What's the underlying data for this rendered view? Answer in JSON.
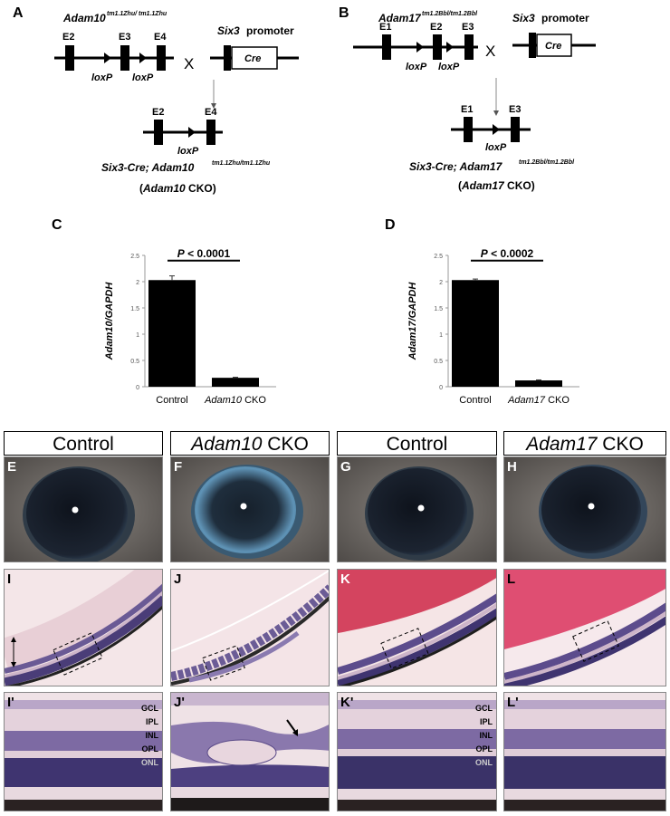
{
  "panels": {
    "A": "A",
    "B": "B",
    "C": "C",
    "D": "D",
    "E": "E",
    "F": "F",
    "G": "G",
    "H": "H",
    "I": "I",
    "J": "J",
    "K": "K",
    "L": "L",
    "Ip": "I'",
    "Jp": "J'",
    "Kp": "K'",
    "Lp": "L'"
  },
  "diagramA": {
    "allele": "Adam10",
    "allele_sup": "tm1.1Zhu/ tm1.1Zhu",
    "exons": [
      "E2",
      "E3",
      "E4"
    ],
    "loxp": "loxP",
    "cross": "X",
    "promoter": "Six3",
    "promoter_word": "promoter",
    "cre": "Cre",
    "result_exons": [
      "E2",
      "E4"
    ],
    "result_prefix": "Six3-Cre; Adam10",
    "result_sup": "tm1.1Zhu/tm1.1Zhu",
    "cko_gene": "Adam10",
    "cko_label": "CKO"
  },
  "diagramB": {
    "allele": "Adam17",
    "allele_sup": "tm1.2Bbl/tm1.2Bbl",
    "exons": [
      "E1",
      "E2",
      "E3"
    ],
    "loxp": "loxP",
    "cross": "X",
    "promoter": "Six3",
    "promoter_word": "promoter",
    "cre": "Cre",
    "result_exons": [
      "E1",
      "E3"
    ],
    "result_prefix": "Six3-Cre; Adam17",
    "result_sup": "tm1.2Bbl/tm1.2Bbl",
    "cko_gene": "Adam17",
    "cko_label": "CKO"
  },
  "chart_data": [
    {
      "type": "bar",
      "categories": [
        "Control",
        "Adam10 CKO"
      ],
      "values": [
        2.03,
        0.17
      ],
      "errors": [
        0.08,
        0.01
      ],
      "ylabel": "Adam10/GAPDH",
      "ylim": [
        0,
        2.5
      ],
      "yticks": [
        "0",
        "0.5",
        "1",
        "1.5",
        "2",
        "2.5"
      ],
      "annotation": "P < 0.0001",
      "bar_color": "#000000"
    },
    {
      "type": "bar",
      "categories": [
        "Control",
        "Adam17 CKO"
      ],
      "values": [
        2.03,
        0.12
      ],
      "errors": [
        0.02,
        0.01
      ],
      "ylabel": "Adam17/GAPDH",
      "ylim": [
        0,
        2.5
      ],
      "yticks": [
        "0",
        "0.5",
        "1",
        "1.5",
        "2",
        "2.5"
      ],
      "annotation": "P < 0.0002",
      "bar_color": "#000000"
    }
  ],
  "headers": [
    "Control",
    "Adam10 CKO",
    "Control",
    "Adam17 CKO"
  ],
  "header_italic_parts": [
    "",
    "Adam10",
    "",
    "Adam17"
  ],
  "header_plain_parts": [
    "Control",
    " CKO",
    "Control",
    " CKO"
  ],
  "retina_layers": [
    "GCL",
    "IPL",
    "INL",
    "OPL",
    "ONL"
  ],
  "colors": {
    "iris_normal": "#1d2430",
    "iris_cloudy": "#4f7f9e",
    "fur": "#6e6a66",
    "he_pink": "#e9c9d3",
    "he_purple": "#5c4c8c",
    "eosin_red": "#d9425f"
  }
}
